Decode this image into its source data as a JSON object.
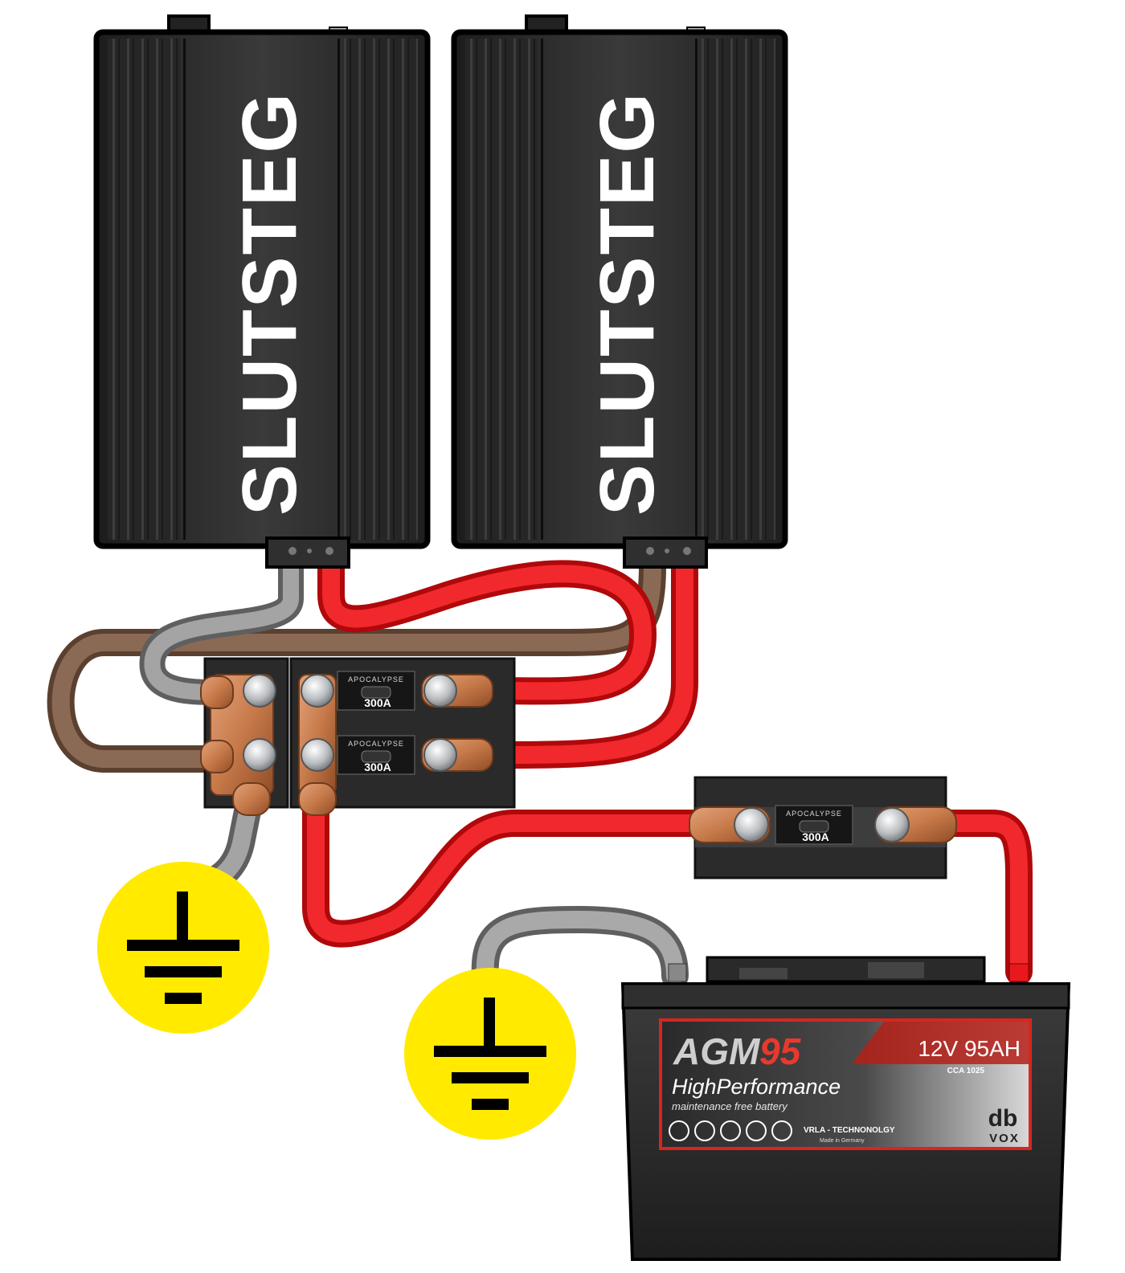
{
  "amplifiers": [
    {
      "brand": "SLUTSTEG"
    },
    {
      "brand": "SLUTSTEG"
    }
  ],
  "distribution_block": {
    "fuses": [
      {
        "brand": "APOCALYPSE",
        "rating": "300A"
      },
      {
        "brand": "APOCALYPSE",
        "rating": "300A"
      }
    ]
  },
  "inline_fuse": {
    "brand": "APOCALYPSE",
    "rating": "300A"
  },
  "battery": {
    "model_prefix": "AGM",
    "model_number": "95",
    "spec": "12V 95AH",
    "cca": "CCA 1025",
    "series": "HighPerformance",
    "tagline": "maintenance free battery",
    "technology": "VRLA - TECHNONOLGY",
    "origin": "Made in Germany",
    "brand_top": "db",
    "brand_bottom": "VOX"
  },
  "ground_symbols": [
    {
      "icon": "ground-icon"
    },
    {
      "icon": "ground-icon"
    }
  ],
  "colors": {
    "positive_cable": "#e8191d",
    "ground_cable": "#8c8c8c",
    "remote_cable": "#7a5a45",
    "ground_badge": "#ffea00",
    "amp_body": "#2b2b2b",
    "copper": "#c77a4a",
    "battery_accent": "#d7261f"
  }
}
